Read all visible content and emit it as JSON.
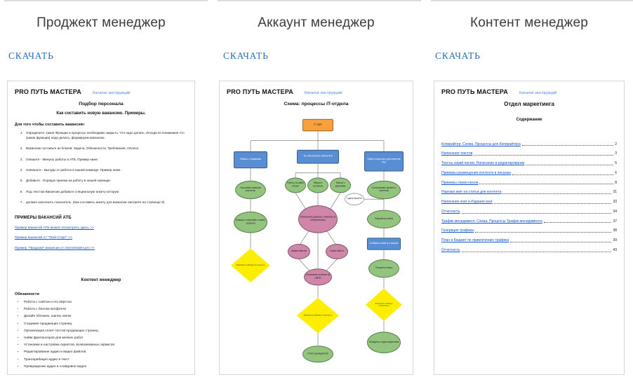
{
  "colors": {
    "download_blue": "#2a70b8",
    "doc_link_blue": "#1155cc",
    "catalog_blue": "#4a86e8"
  },
  "columns": [
    {
      "title": "Проджект менеджер",
      "download": "СКАЧАТЬ",
      "doc": {
        "logo": "PRO ПУТЬ МАСТЕРА",
        "catalog": "Каталог инструкций",
        "title": "Подбор персонала",
        "subtitle": "Как составить новую вакансию. Примеры.",
        "lead": "Для того чтобы составить вакансию:",
        "steps": [
          "Определите, какие Функции и процессы необходимо закрыть. Что надо делать. Исходя из понимания что (какие функции) надо делать, формируем вакансию.",
          "Вакансию составьте из блоков: Задача, Обязанности, Требования, Оплата.",
          "Опишите - Минусы работы в АТБ. Пример ниже.",
          "Напишите - Выгоды от работы в нашей команде. Пример ниже.",
          "Добавьте - Порядок приема на работу в нашей команде.",
          "Под текстом Вакансии добавьте специальную анкету которую",
          "должен заполнить соискатель. (Как составить анкету для вакансии смотрите на странице 8)"
        ],
        "examples_title": "ПРИМЕРЫ ВАКАНСИЙ АТБ",
        "example_links": [
          "Пример вакансий АТБ можно посмотреть здесь >>",
          "Пример вакансий от \"Твой Старт\" >>",
          "Пример \"Продажи\" вакансии от internetsales.pro >>"
        ],
        "section_title": "Контент менеджер",
        "duties_title": "Обязанности",
        "duties": [
          "Работа с сайтом и его вёрстка",
          "Работа с блогом wordpress",
          "Дизайн обложек, шапок, меню",
          "Создание продающих страниц",
          "Организация сплит-тестов продающих страниц",
          "Найм фрилансеров для мелких работ",
          "Установки и настройки скриптов, всевозможных сервисов",
          "Редактирование аудио и видео файлов",
          "Транскрибация аудио в текст",
          "Превращение аудио в слайдовое видео"
        ]
      }
    },
    {
      "title": "Аккаунт менеджер",
      "download": "СКАЧАТЬ",
      "doc": {
        "logo": "PRO ПУТЬ МАСТЕРА",
        "catalog": "Каталог инструкций",
        "title": "Схема: процессы IT-отдела",
        "flow": {
          "root": "IT отдел",
          "b1": "Работы с Сервисами",
          "b2": "Тех обеспечение сайтов АТБ",
          "b3": "Сайты «под ключ» для клиентов АТБ",
          "gr1": "Работы на сайте и блоге",
          "gr2": "Работа с хостингом",
          "gr3": "Работа с доменами",
          "l1": "Настройка сервисов рассылок",
          "l2": "Помощь в настройке и смене сервисов",
          "d1": "Заполнить таблицу Отчетность",
          "m1": "Обновление движков, слежение за обновлениями",
          "m2": "Правка вёрстки",
          "m3": "Бэкап сайтов",
          "m4": "Устранение проблем на сайтах",
          "d2": "Заполнить таблицу Отчетность",
          "m5": "Отчет руководителю",
          "r1": "Согласование проекта с клиентом",
          "w1": "Сдача проекта",
          "r2": "Разработка сайта",
          "r4": "Сообщить клиенту о запуске",
          "r3": "Получить оплату",
          "d3": "Заполнить таблицу Отчетность",
          "r5": "Передать в отдел маркетинга"
        }
      }
    },
    {
      "title": "Контент менеджер",
      "download": "СКАЧАТЬ",
      "doc": {
        "logo": "PRO ПУТЬ МАСТЕРА",
        "catalog": "Каталог инструкций",
        "title": "Отдел маркетинга",
        "subtitle": "Содержание",
        "toc": [
          {
            "label": "Копирайтер. Схема. Процессы для Копирайтера",
            "page": "2"
          },
          {
            "label": "Написание текстов",
            "page": "3"
          },
          {
            "label": "Тексты серий писем. Написание и редактирование",
            "page": "5"
          },
          {
            "label": "Примеры размещения контента в письмах",
            "page": "6"
          },
          {
            "label": "Примеры серии писем",
            "page": "8"
          },
          {
            "label": "Нарезка книг на статьи для контента",
            "page": "31"
          },
          {
            "label": "Написание книг и Издание книг",
            "page": "33"
          },
          {
            "label": "Отчетность",
            "page": "34"
          },
          {
            "label": "Трафик менеджмент. Схема. Процессы Трафик-менеджмента",
            "page": "37"
          },
          {
            "label": "Генерация трафика",
            "page": "38"
          },
          {
            "label": "План и Бюджет по привлечению трафика",
            "page": "39"
          },
          {
            "label": "Отчетность",
            "page": "43"
          }
        ]
      }
    }
  ]
}
